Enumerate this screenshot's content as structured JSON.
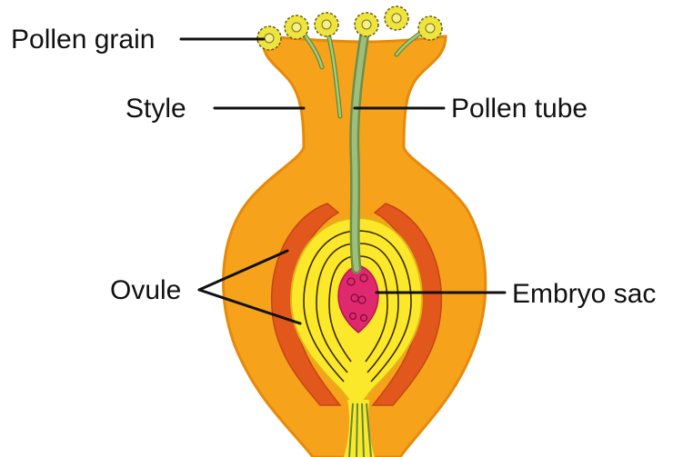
{
  "labels": {
    "pollen_grain": "Pollen grain",
    "style": "Style",
    "pollen_tube": "Pollen tube",
    "ovule": "Ovule",
    "embryo_sac": "Embryo sac"
  },
  "colors": {
    "ovary_orange": "#F7A21B",
    "ovary_dark": "#E58A0C",
    "ovary_wall_red": "#E2571C",
    "ovule_yellow": "#FCE82A",
    "embryo_magenta": "#E0286E",
    "tube_green": "#8FB268",
    "grain_yellow": "#EDE43E",
    "stalk_green": "#5F8A3A",
    "line_black": "#111111"
  }
}
